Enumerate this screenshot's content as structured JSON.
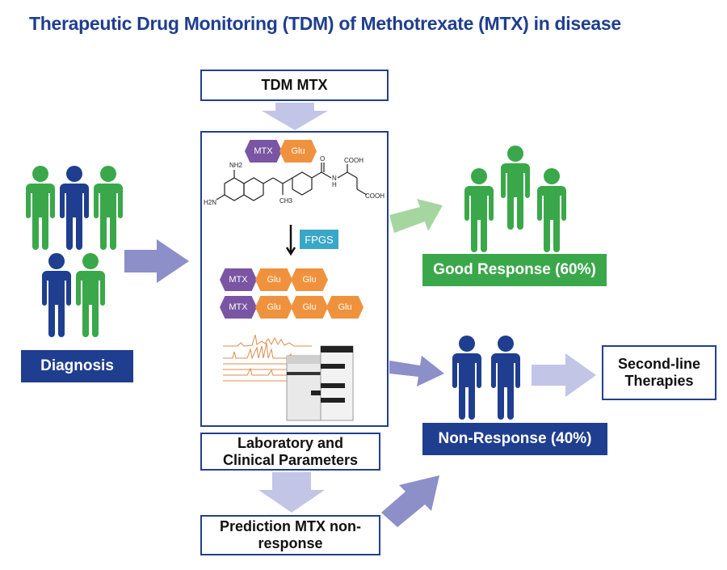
{
  "title": "Therapeutic Drug Monitoring (TDM) of Methotrexate (MTX) in disease",
  "colors": {
    "title_blue": "#1f3e8f",
    "dark_blue": "#1f3e8f",
    "green": "#3aa84a",
    "arrow_purple": "#8c8fc8",
    "arrow_light": "#c3c5e6",
    "arrow_green": "#a6d6a0",
    "mtx_purple": "#7a55a3",
    "glu_orange": "#f0923d",
    "fpgs_teal": "#3aa7c7"
  },
  "boxes": {
    "tdm_mtx": "TDM MTX",
    "lab_params": "Laboratory and Clinical Parameters",
    "prediction": "Prediction MTX non-response",
    "second_line": "Second-line Therapies"
  },
  "labels": {
    "diagnosis": "Diagnosis",
    "good_response": "Good Response (60%)",
    "non_response": "Non-Response (40%)"
  },
  "molecule": {
    "hex_mtx": "MTX",
    "hex_glu": "Glu",
    "enzyme": "FPGS",
    "chem_labels": {
      "nh2_top": "NH2",
      "h2n": "H2N",
      "ch3": "CH3",
      "cooh_top": "COOH",
      "cooh_bottom": "COOH",
      "o": "O",
      "n_h": "N",
      "h": "H"
    }
  },
  "icons": {
    "person": "person-icon",
    "arrow": "arrow-icon",
    "chromatogram": "chromatogram-icon",
    "hplc": "hplc-instrument-icon"
  }
}
